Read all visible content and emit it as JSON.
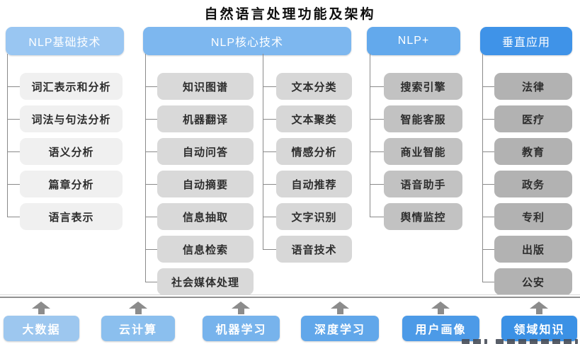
{
  "title": "自然语言处理功能及架构",
  "columns": [
    {
      "header": "NLP基础技术",
      "items": [
        "词汇表示和分析",
        "词法与句法分析",
        "语义分析",
        "篇章分析",
        "语言表示"
      ]
    },
    {
      "header": "NLP核心技术",
      "items_left": [
        "知识图谱",
        "机器翻译",
        "自动问答",
        "自动摘要",
        "信息抽取",
        "信息检索",
        "社会媒体处理"
      ],
      "items_right": [
        "文本分类",
        "文本聚类",
        "情感分析",
        "自动推荐",
        "文字识别",
        "语音技术"
      ]
    },
    {
      "header": "NLP+",
      "items": [
        "搜索引擎",
        "智能客服",
        "商业智能",
        "语音助手",
        "舆情监控"
      ]
    },
    {
      "header": "垂直应用",
      "items": [
        "法律",
        "医疗",
        "教育",
        "政务",
        "专利",
        "出版",
        "公安"
      ]
    }
  ],
  "foundation": {
    "items": [
      "大数据",
      "云计算",
      "机器学习",
      "深度学习",
      "用户画像",
      "领域知识"
    ]
  },
  "icons": {
    "up_arrow": "block-arrow-up"
  },
  "colors": {
    "header_gradient": [
      "#99c6f2",
      "#7db7ef",
      "#63a9ec",
      "#3f93e8"
    ],
    "column_boxes": [
      "#f0f0f0",
      "#d9d9d9",
      "#c2c2c2",
      "#b2b2b2"
    ],
    "foundation_gradient": [
      "#9dc7ef",
      "#8bbfee",
      "#77b3ec",
      "#61a7ea",
      "#4c9ae7",
      "#3b91e5"
    ],
    "connector": "#8a8a8a",
    "arrow": "#8c8c8c",
    "header_text": "#ffffff",
    "box_text": "#2e2e2e"
  }
}
